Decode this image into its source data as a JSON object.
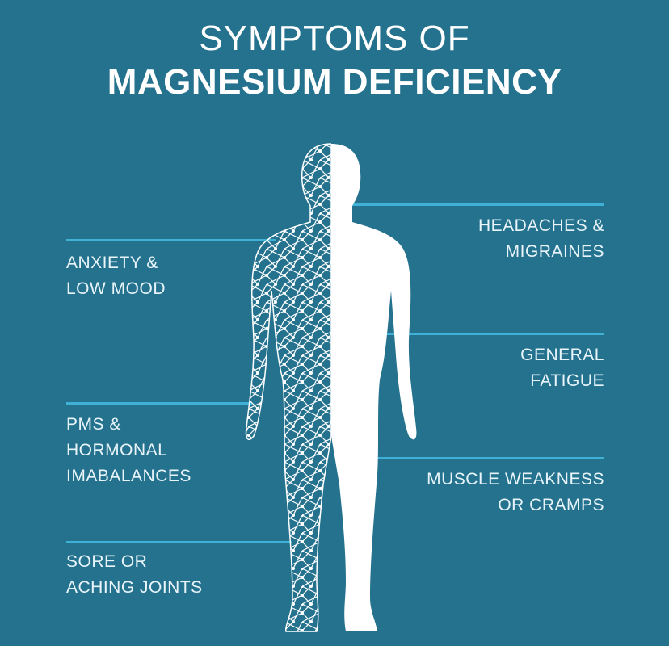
{
  "title": {
    "line1": "SYMPTOMS OF",
    "line2": "MAGNESIUM DEFICIENCY"
  },
  "symptoms_left": [
    {
      "lines": [
        "ANXIETY &",
        "LOW MOOD"
      ]
    },
    {
      "lines": [
        "PMS &",
        "HORMONAL",
        "IMABALANCES"
      ]
    },
    {
      "lines": [
        "SORE OR",
        "ACHING JOINTS"
      ]
    }
  ],
  "symptoms_right": [
    {
      "lines": [
        "HEADACHES &",
        "MIGRAINES"
      ]
    },
    {
      "lines": [
        "GENERAL",
        "FATIGUE"
      ]
    },
    {
      "lines": [
        "MUSCLE WEAKNESS",
        "OR CRAMPS"
      ]
    }
  ],
  "colors": {
    "background": "#25728f",
    "accent_line": "#3fb0d6",
    "text": "#ffffff"
  },
  "icons": [
    "human-body-silhouette-icon",
    "wireframe-mesh-body-icon"
  ]
}
